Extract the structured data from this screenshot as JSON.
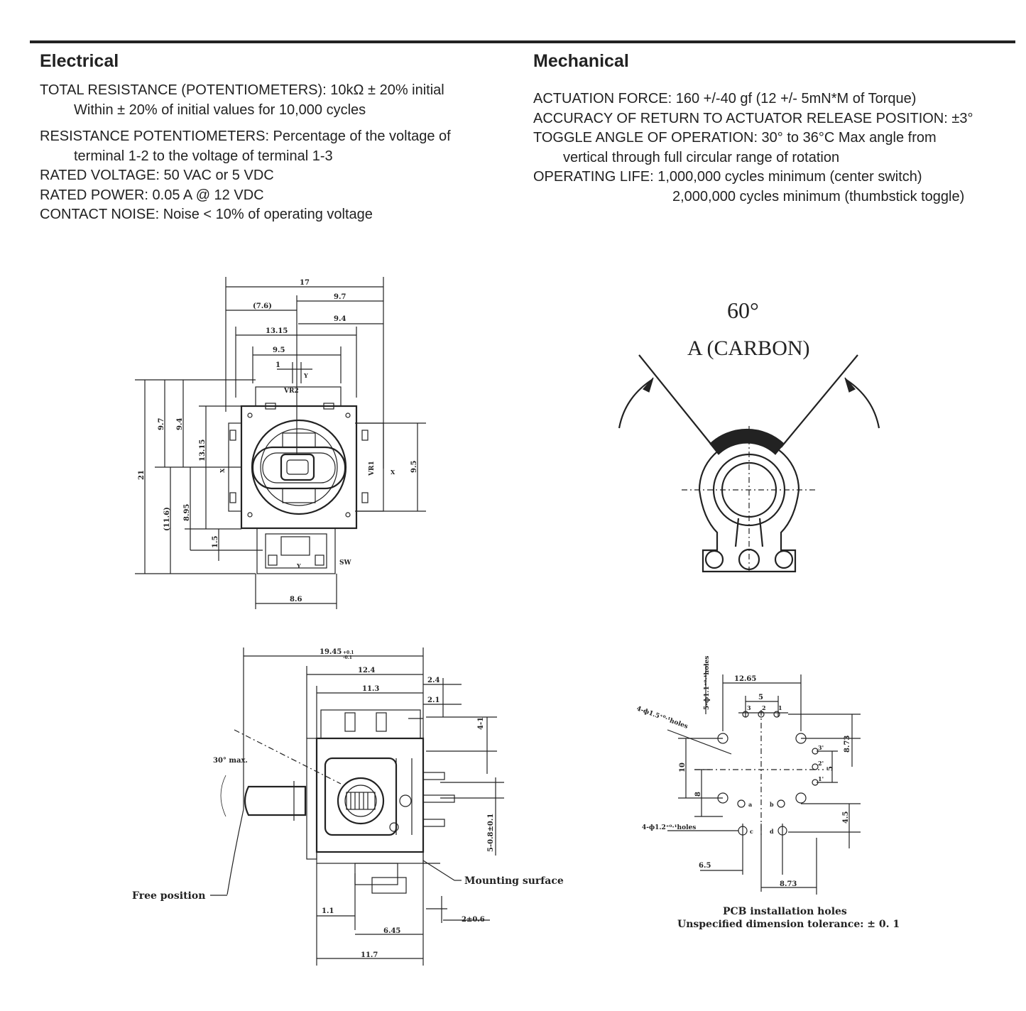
{
  "electrical": {
    "title": "Electrical",
    "lines": [
      "TOTAL RESISTANCE (POTENTIOMETERS): 10kΩ ± 20% initial",
      "Within ± 20% of initial values for 10,000 cycles",
      "RESISTANCE POTENTIOMETERS: Percentage of the voltage of",
      "terminal 1-2 to the voltage of terminal 1-3",
      "RATED VOLTAGE:  50 VAC or 5 VDC",
      "RATED POWER: 0.05 A @ 12 VDC",
      "CONTACT NOISE: Noise < 10% of operating voltage"
    ]
  },
  "mechanical": {
    "title": "Mechanical",
    "lines": [
      "ACTUATION FORCE: 160 +/-40 gf (12 +/- 5mN*M of Torque)",
      "ACCURACY OF RETURN TO ACTUATOR RELEASE POSITION: ±3°",
      "TOGGLE ANGLE OF OPERATION:  30° to 36°C  Max angle from",
      "vertical through full circular range of rotation",
      "OPERATING LIFE:  1,000,000 cycles minimum (center switch)",
      "2,000,000 cycles minimum (thumbstick toggle)"
    ]
  },
  "top_view": {
    "dims": [
      "17",
      "9.7",
      "(7.6)",
      "9.4",
      "13.15",
      "9.5",
      "1",
      "21",
      "9.7",
      "9.4",
      "13.15",
      "(11.6)",
      "8.95",
      "1.5",
      "9.5",
      "8.6"
    ],
    "labels": [
      "VR2",
      "VR1",
      "SW",
      "Y",
      "X",
      "Y",
      "X"
    ]
  },
  "carbon": {
    "angle": "60°",
    "label": "A (CARBON)"
  },
  "side_view": {
    "dims": [
      "19.45",
      "12.4",
      "2.4",
      "11.3",
      "2.1",
      "4-1",
      "5-0.8±0.1",
      "1.1",
      "6.45",
      "2±0.6",
      "11.7"
    ],
    "tol_upper": "+0.1",
    "tol_lower": "-0.1",
    "angle_label": "30° max.",
    "free_position": "Free position",
    "mounting_surface": "Mounting surface"
  },
  "pcb": {
    "dims": [
      "12.65",
      "5",
      "8.73",
      "5",
      "4.5",
      "10",
      "8",
      "6.5",
      "8.73"
    ],
    "pins": [
      "3",
      "2",
      "1",
      "3'",
      "2'",
      "1'",
      "a",
      "b",
      "c",
      "d"
    ],
    "hole_labels": [
      "5-ф1.1⁺⁰·¹holes",
      "4-ф1.5⁺⁰·¹holes",
      "4-ф1.2⁺⁰·¹holes"
    ],
    "title": "PCB installation holes",
    "tolerance": "Unspecified dimension tolerance: ± 0. 1"
  }
}
